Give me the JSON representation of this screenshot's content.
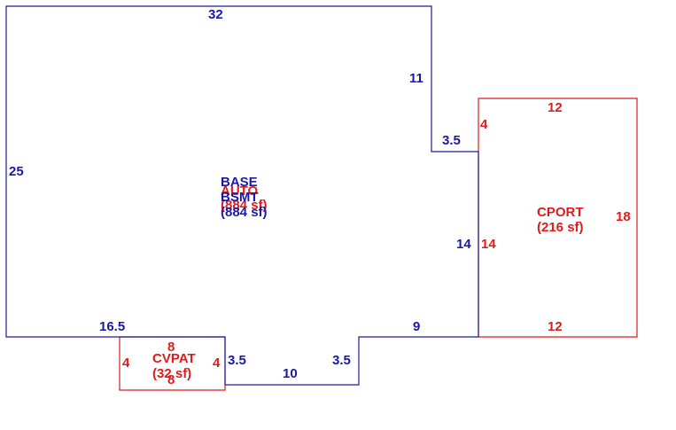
{
  "colors": {
    "base": "#1a1aa6",
    "secondary": "#e01b1b",
    "background": "#ffffff"
  },
  "base": {
    "title1": "BASE",
    "title2": "BSMT",
    "area": "(884 sf)",
    "overlap_title": "AUTO",
    "overlap_area": "(884 sf)",
    "dims": {
      "top": "32",
      "left": "25",
      "right_upper": "11",
      "notch": "3.5",
      "right_lower": "14",
      "bottom_left": "16.5",
      "bottom_right": "9",
      "step_left": "3.5",
      "bottom_mid": "10",
      "step_right": "3.5"
    }
  },
  "cport": {
    "title": "CPORT",
    "area": "(216 sf)",
    "dims": {
      "top": "12",
      "right": "18",
      "bottom": "12",
      "left_upper": "4",
      "left_lower": "14"
    }
  },
  "cvpat": {
    "title": "CVPAT",
    "area": "(32 sf)",
    "dims": {
      "top": "8",
      "bottom": "8",
      "left": "4",
      "right": "4"
    }
  }
}
